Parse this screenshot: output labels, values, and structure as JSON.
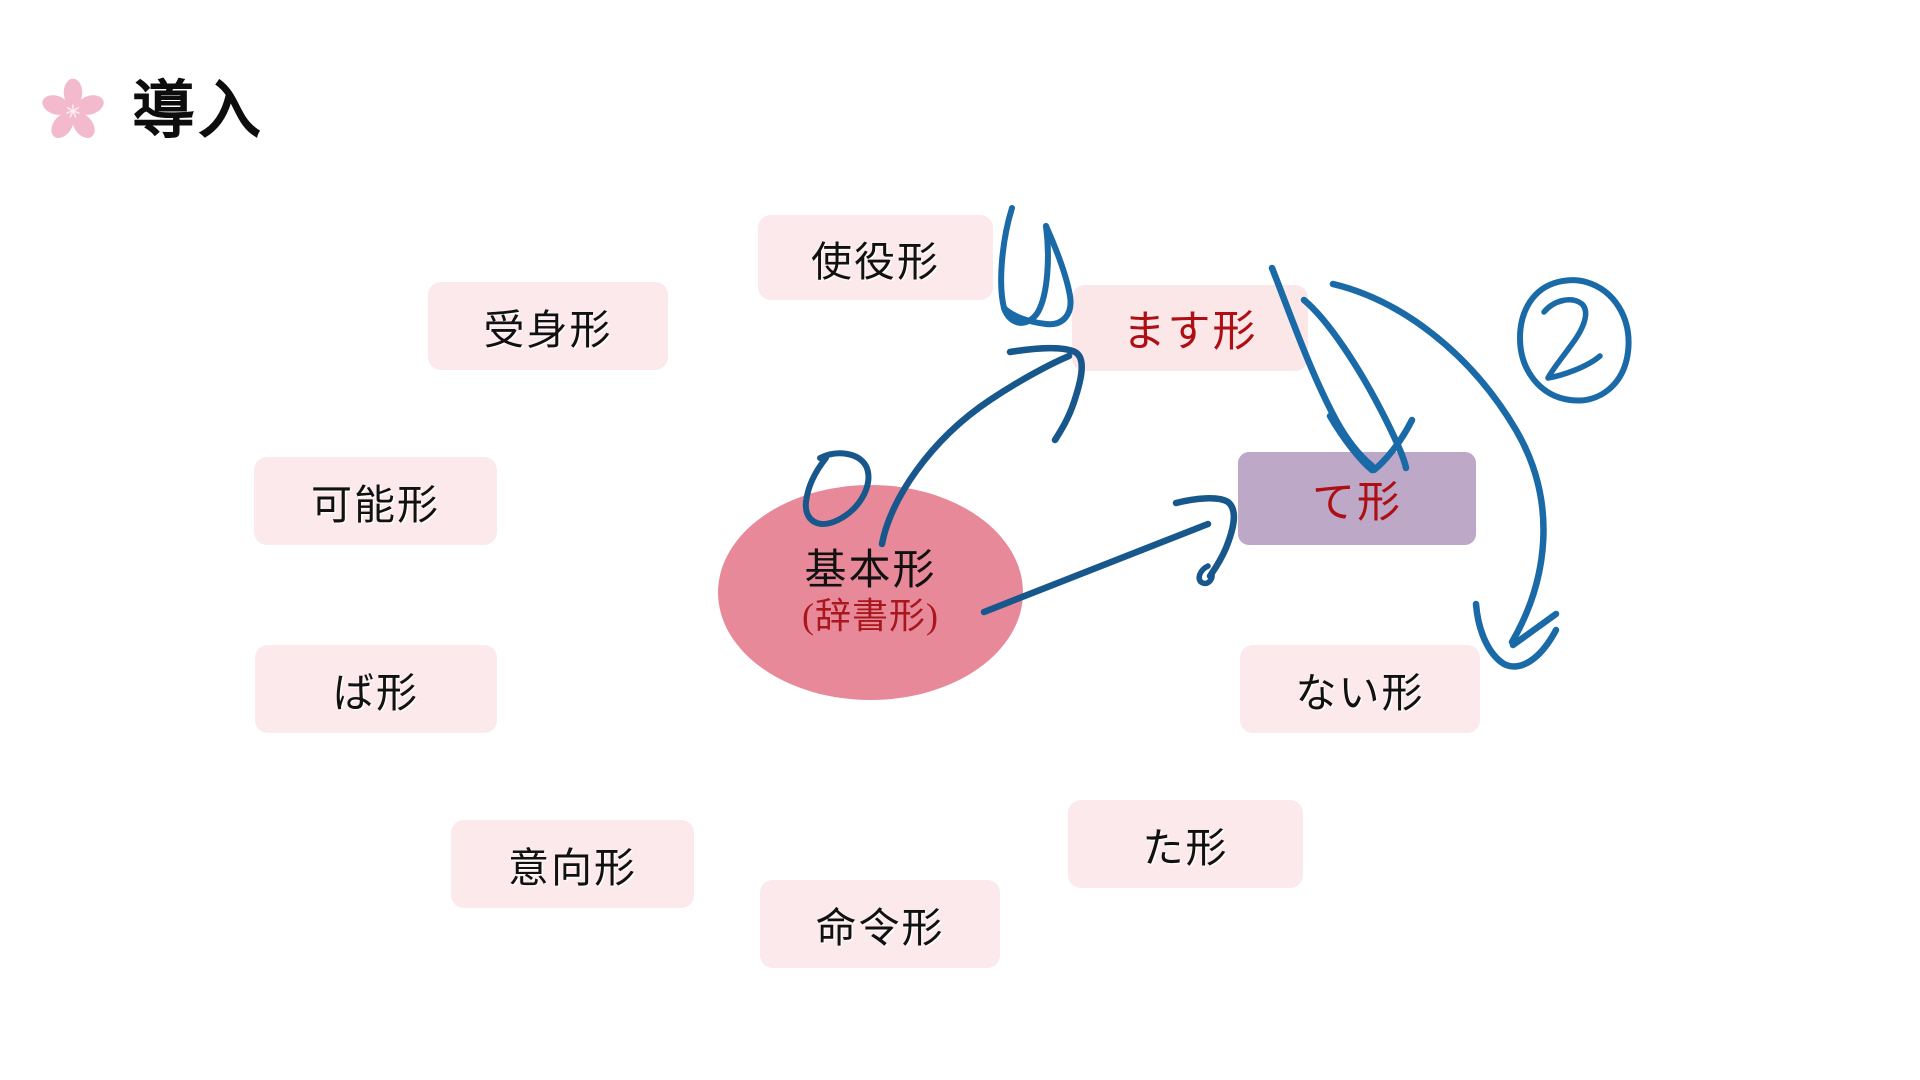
{
  "slide": {
    "title": "導入",
    "icon": "sakura-flower-icon",
    "background_color": "#ffffff",
    "title_color": "#0d0d0d"
  },
  "colors": {
    "chip_background": "#fbe9ec",
    "chip_text": "#111111",
    "ellipse_fill": "#e8899a",
    "ellipse_main_text": "#111111",
    "ellipse_sub_text": "#a8171c",
    "masu_box_background": "#fbe6e8",
    "masu_box_text": "#ad0f14",
    "te_box_background": "#bda8c8",
    "te_box_text": "#ad0f14",
    "ink_blue": "#1a6aa8",
    "sakura_pink": "#f3b9cc"
  },
  "center_node": {
    "name": "base-form-ellipse",
    "main_label": "基本形",
    "sub_label": "(辞書形)"
  },
  "highlight_boxes": [
    {
      "id": "masu",
      "label": "ます形",
      "name": "masu-form-box"
    },
    {
      "id": "te",
      "label": "て形",
      "name": "te-form-box"
    }
  ],
  "form_chips": [
    {
      "id": "shieki",
      "label": "使役形",
      "name": "chip-causative-form"
    },
    {
      "id": "ukemi",
      "label": "受身形",
      "name": "chip-passive-form"
    },
    {
      "id": "kanou",
      "label": "可能形",
      "name": "chip-potential-form"
    },
    {
      "id": "ba",
      "label": "ば形",
      "name": "chip-ba-conditional-form"
    },
    {
      "id": "ikou",
      "label": "意向形",
      "name": "chip-volitional-form"
    },
    {
      "id": "meirei",
      "label": "命令形",
      "name": "chip-imperative-form"
    },
    {
      "id": "ta",
      "label": "た形",
      "name": "chip-past-form"
    },
    {
      "id": "nai",
      "label": "ない形",
      "name": "chip-negative-form"
    }
  ],
  "annotations": {
    "markers": [
      {
        "id": "one",
        "label": "1",
        "name": "handwritten-marker-one"
      },
      {
        "id": "two",
        "label": "2",
        "name": "handwritten-marker-two"
      }
    ],
    "arrows": [
      {
        "id": "base-to-masu",
        "from": "基本形",
        "to": "ます形"
      },
      {
        "id": "base-to-te",
        "from": "基本形",
        "to": "て形"
      },
      {
        "id": "masu-to-te",
        "from": "ます形",
        "to": "て形"
      },
      {
        "id": "masu-to-nai",
        "from": "ます形",
        "to": "ない形"
      }
    ]
  }
}
